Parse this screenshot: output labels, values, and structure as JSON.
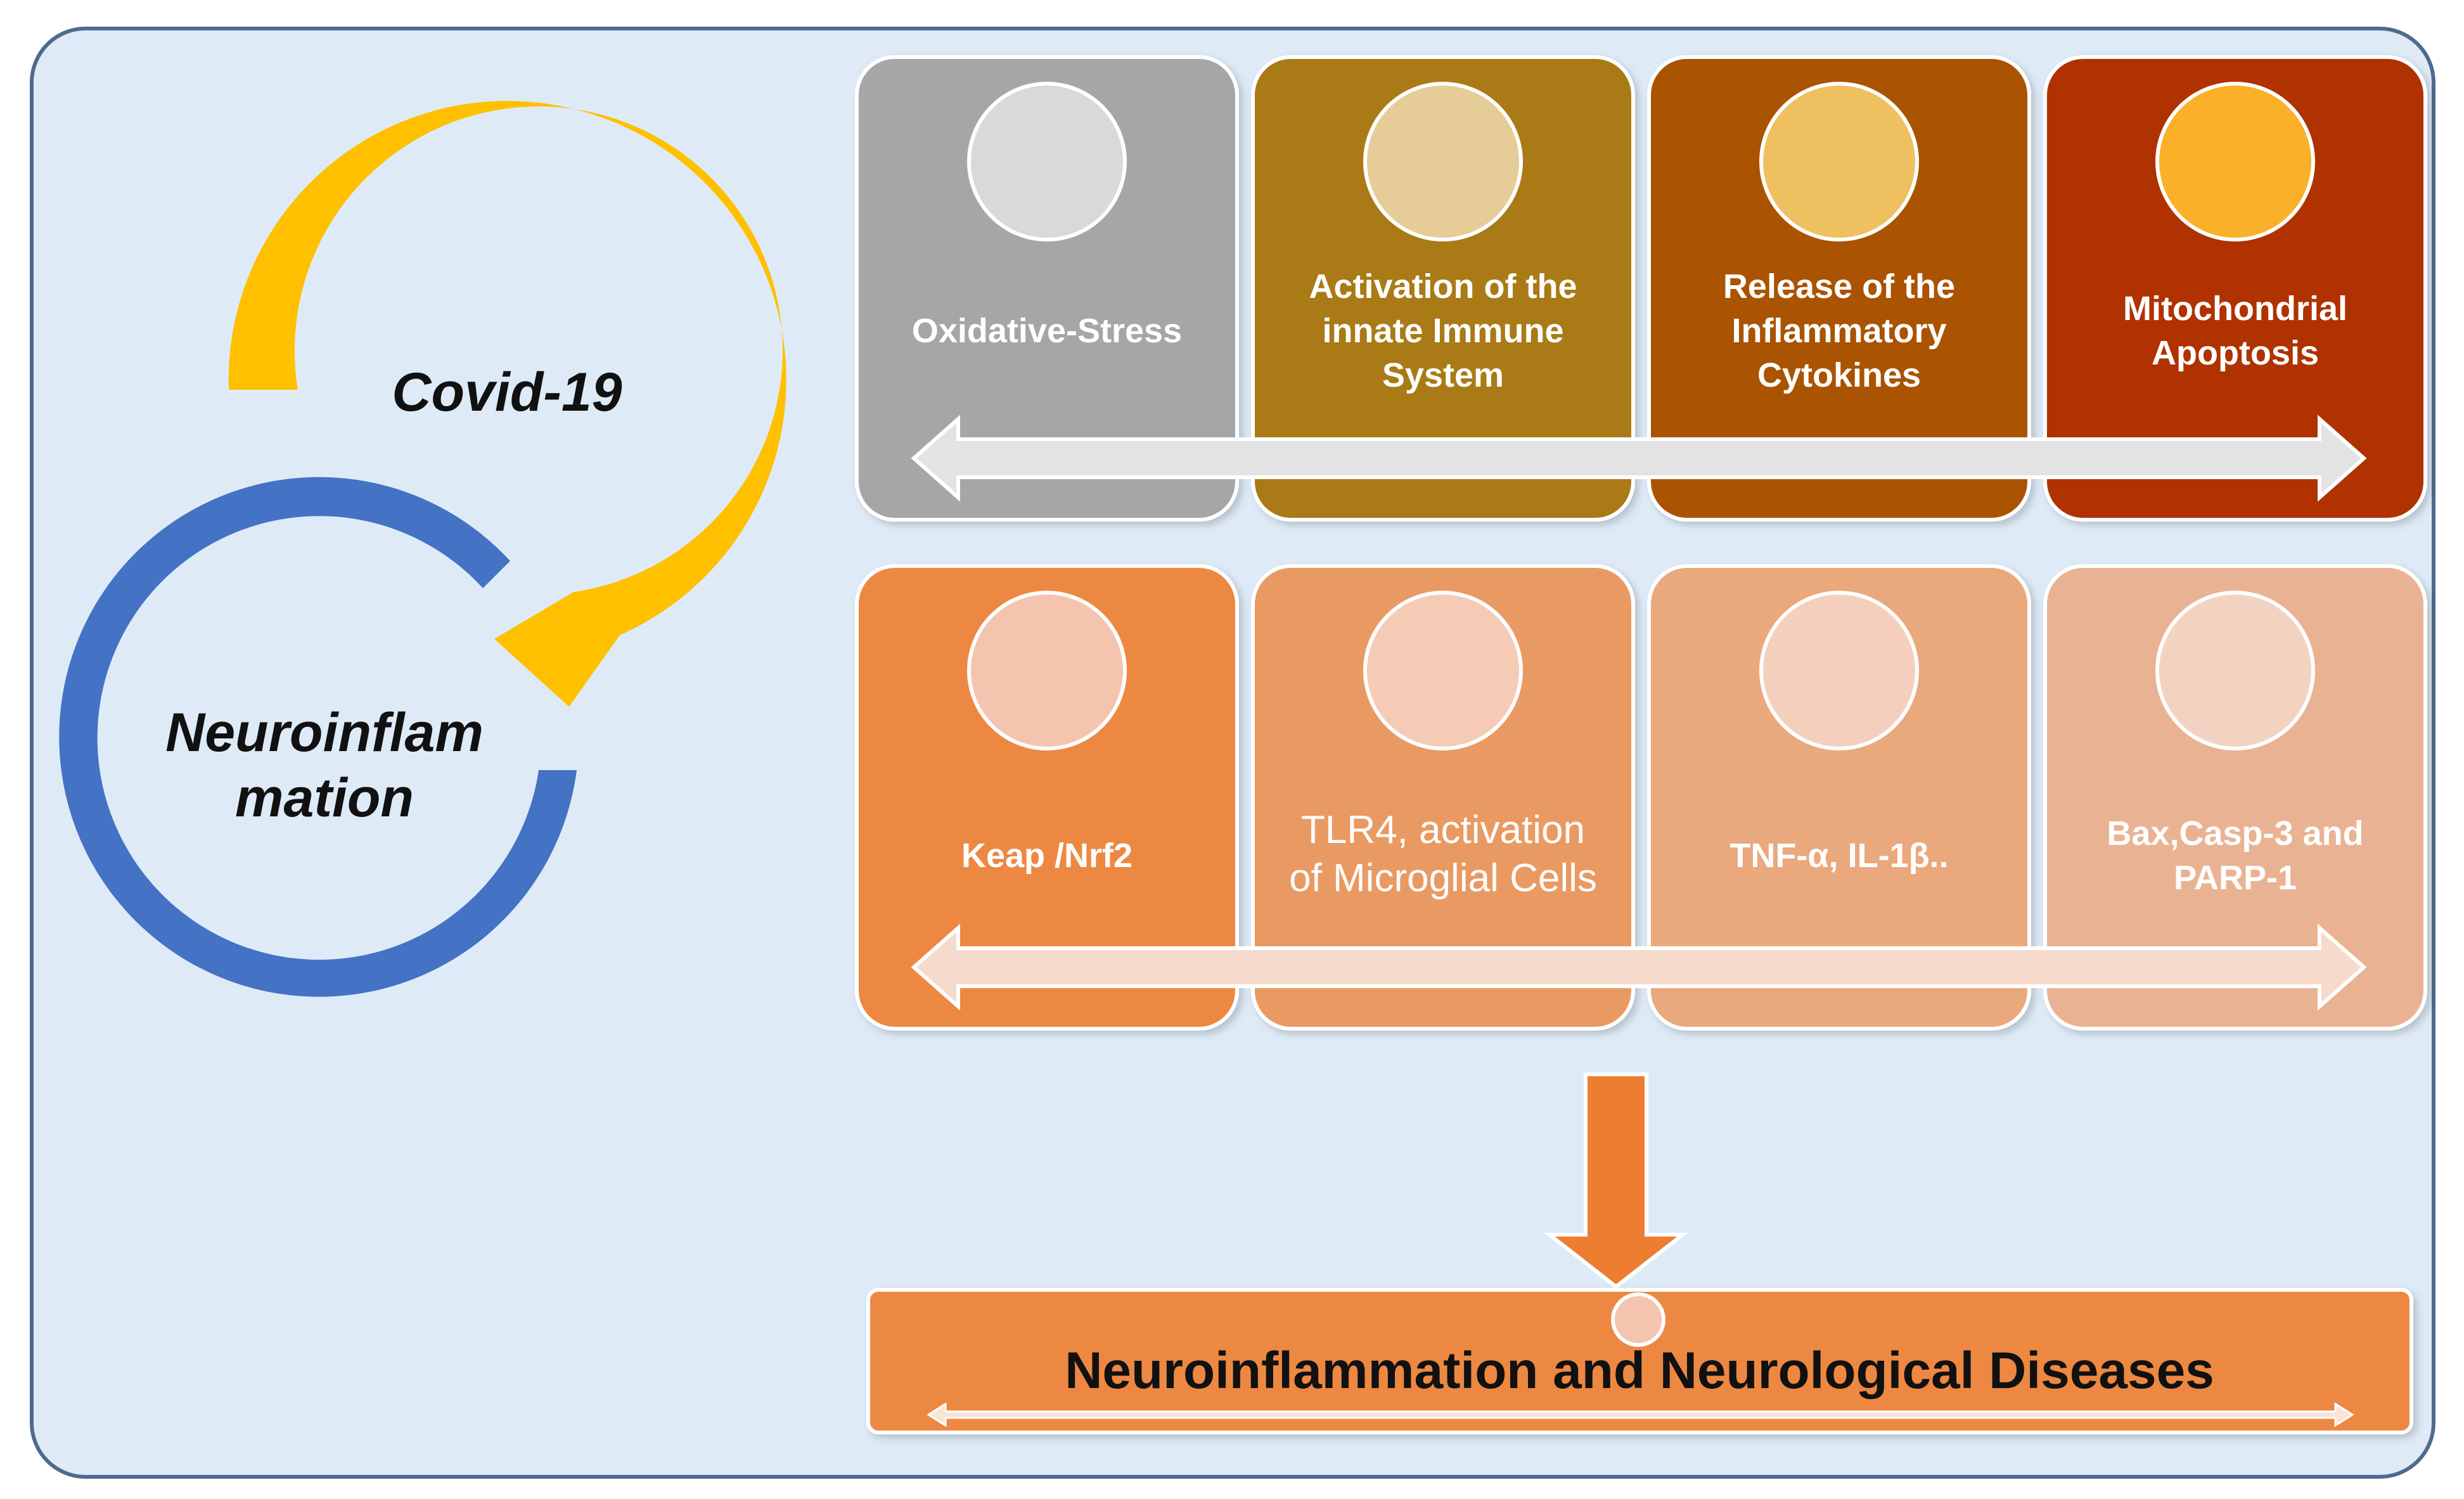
{
  "cycle": {
    "covid_label": "Covid-19",
    "neuro_label_line1": "Neuroinflam",
    "neuro_label_line2": "mation",
    "colors": {
      "covid_arc": "#FFC000",
      "neuro_arc": "#4472C4"
    }
  },
  "top_row": {
    "cards": [
      {
        "lines": [
          "Oxidative-Stress"
        ],
        "color": "#A6A6A6",
        "circle": "#D9D9D9"
      },
      {
        "lines": [
          "Activation of the",
          "innate Immune",
          "System"
        ],
        "color": "#A97A12",
        "circle": "#E6CC96"
      },
      {
        "lines": [
          "Release of the",
          "Inflammatory",
          "Cytokines"
        ],
        "color": "#AA5305",
        "circle": "#EFC060"
      },
      {
        "lines": [
          "Mitochondrial",
          "Apoptosis"
        ],
        "color": "#AF3304",
        "circle": "#FBB02A"
      }
    ],
    "arrow_color": "#E3E3E3"
  },
  "bottom_row": {
    "cards": [
      {
        "lines": [
          "Keap /Nrf2"
        ],
        "color": "#ED8842",
        "circle": "#F5C4AE",
        "bold": true
      },
      {
        "lines": [
          "TLR4, activation",
          "of Microglial Cells"
        ],
        "color": "#E99A63",
        "circle": "#F5CBB6",
        "bold": false
      },
      {
        "lines": [
          "TNF-α, IL-1β.."
        ],
        "color": "#EAA87D",
        "circle": "#F5CFBE",
        "bold": true
      },
      {
        "lines": [
          "Bax,Casp-3 and",
          "PARP-1"
        ],
        "color": "#E9B393",
        "circle": "#F2D3C2",
        "bold": true
      }
    ],
    "arrow_color": "#F6DACB"
  },
  "down_arrow_color": "#ED7D31",
  "outcome": {
    "label": "Neuroinflammation and Neurological Diseases",
    "color": "#ED8842",
    "circle": "#F5C4AE"
  },
  "panel": {
    "background": "#DEEBF7",
    "border": "#4F6A90"
  }
}
